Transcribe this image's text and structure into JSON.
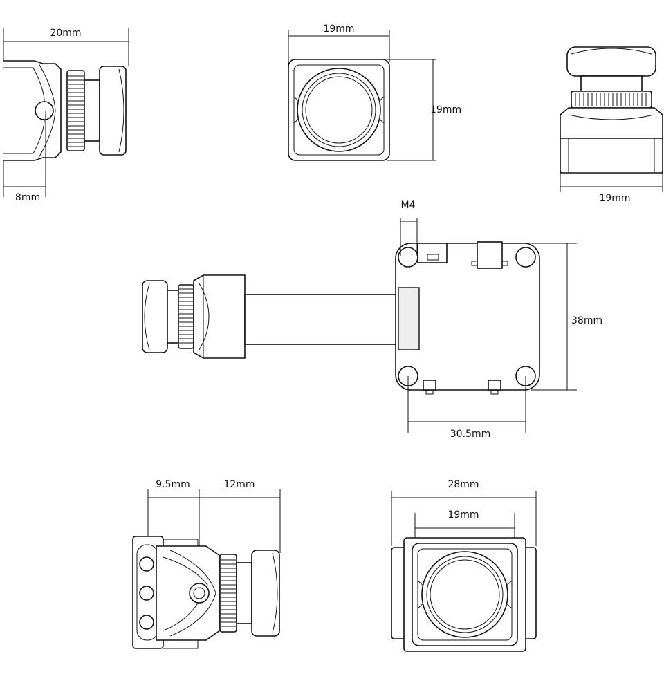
{
  "dimensions": {
    "top_left_width": "20mm",
    "top_left_depth": "8mm",
    "top_center_width": "19mm",
    "top_center_height": "19mm",
    "top_right_width": "19mm",
    "thread": "M4",
    "board_height": "38mm",
    "board_mount_width": "30.5mm",
    "bottom_left_a": "9.5mm",
    "bottom_left_b": "12mm",
    "bottom_right_outer": "28mm",
    "bottom_right_inner": "19mm"
  },
  "colors": {
    "line": "#111111",
    "background": "#ffffff"
  }
}
